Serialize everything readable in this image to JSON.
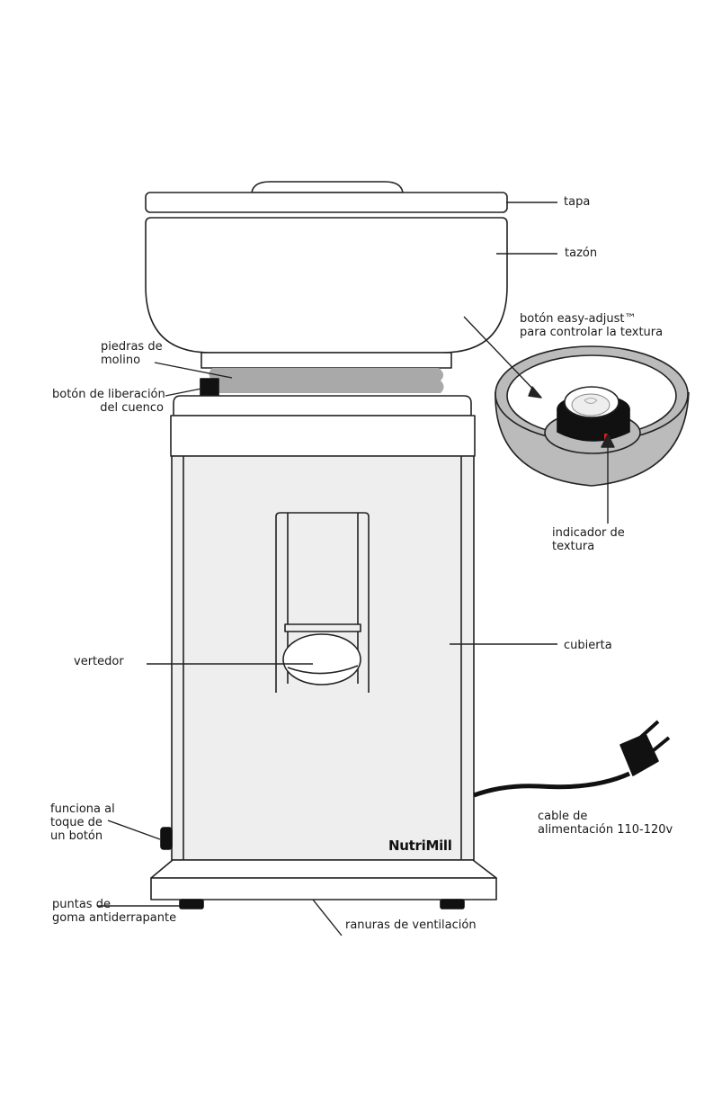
{
  "brand": "NutriMill",
  "labels": {
    "tapa": "tapa",
    "tazon": "tazón",
    "boton_easy_adjust_1": "botón easy-adjust™",
    "boton_easy_adjust_2": "para controlar la textura",
    "piedras_1": "piedras de",
    "piedras_2": "molino",
    "liberacion_1": "botón de liberación",
    "liberacion_2": "del cuenco",
    "indicador_1": "indicador de",
    "indicador_2": "textura",
    "vertedor": "vertedor",
    "cubierta": "cubierta",
    "funciona_1": "funciona al",
    "funciona_2": "toque de",
    "funciona_3": "un botón",
    "cable_1": "cable de",
    "cable_2": "alimentación 110-120v",
    "puntas_1": "puntas de",
    "puntas_2": "goma antiderrapante",
    "ranuras": "ranuras de ventilación"
  },
  "colors": {
    "body_fill": "#eeeeee",
    "stone_fill": "#a9a9a9",
    "indicator_mark": "#d42020",
    "outline": "#222222"
  }
}
